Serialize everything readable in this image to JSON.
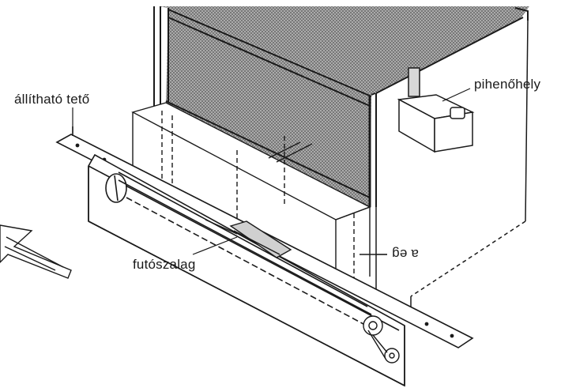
{
  "labels": {
    "adjustable_roof": "állítható tető",
    "resting_place": "pihenőhely",
    "treadmill_belt": "futószalag",
    "mirror_text": "a eg"
  },
  "colors": {
    "ink": "#1a1a1a",
    "mesh": "#8a8a8a",
    "background": "#ffffff"
  }
}
